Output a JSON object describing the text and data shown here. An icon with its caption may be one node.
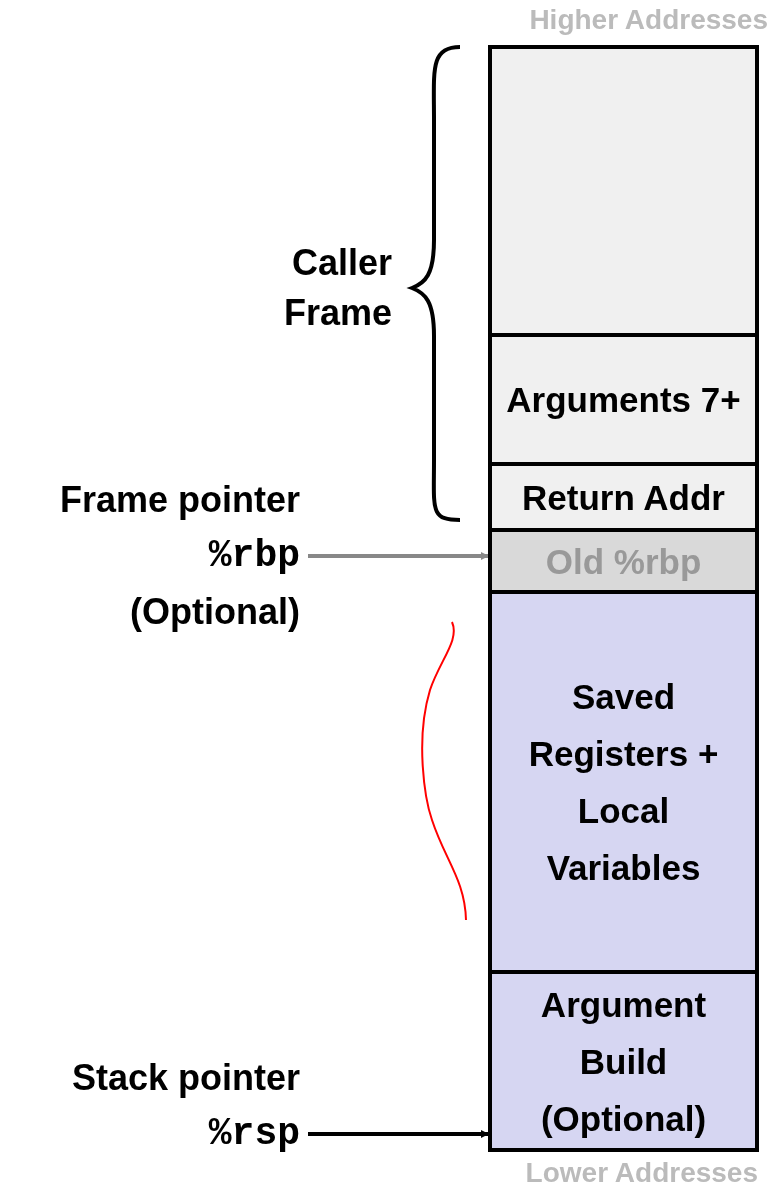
{
  "diagram": {
    "nodes": [
      {
        "text": [],
        "shape": "box"
      },
      {
        "text": [
          "Arguments 7+"
        ]
      },
      {
        "text": [
          "Return Addr"
        ]
      },
      {
        "text": [
          "Old %rbp"
        ]
      },
      {
        "text": [
          "Saved Registers + Local Variables"
        ]
      },
      {
        "text": [
          "Argument Build (Optional)"
        ]
      },
      {
        "text": [
          "Frame pointer",
          "%rbp",
          "(Optional)"
        ]
      },
      {
        "text": [
          "Stack pointer",
          "%rsp"
        ]
      }
    ],
    "edges": [
      {
        "from": 6,
        "to": 3,
        "arrow": "to",
        "color": "#888888"
      },
      {
        "from": 7,
        "to": 5,
        "arrow": "to",
        "color": "#000000"
      }
    ],
    "labels": [
      "Higher Addresses",
      "Caller Frame",
      "Lower Addresses"
    ]
  }
}
